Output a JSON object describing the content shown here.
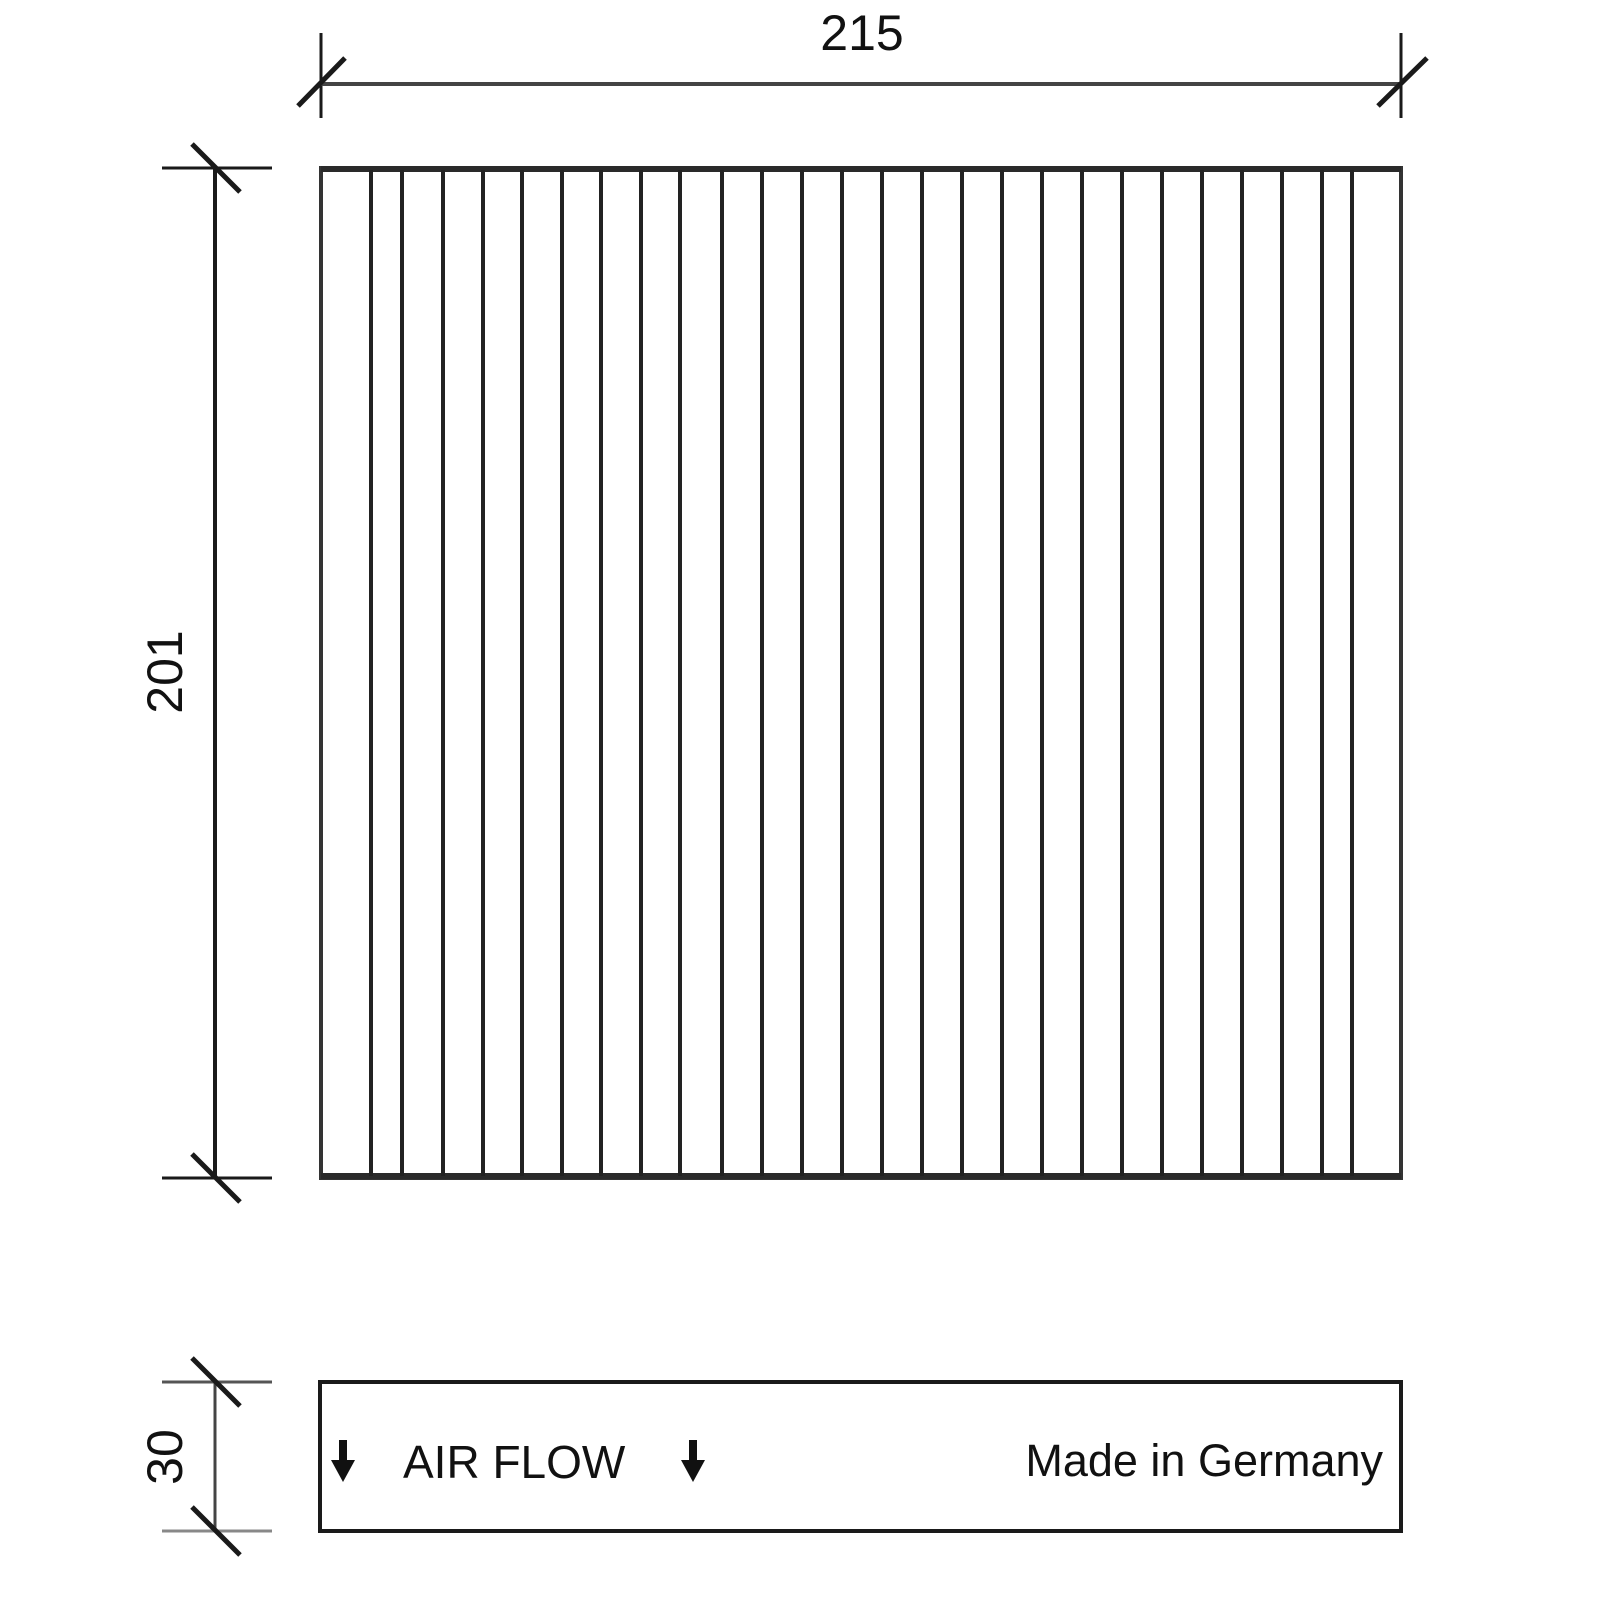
{
  "drawing": {
    "type": "technical-drawing",
    "subject": "cabin air filter",
    "line_color": "#1a1a1a",
    "background": "#ffffff"
  },
  "dimensions": {
    "width": {
      "value": "215",
      "unit": "mm"
    },
    "length": {
      "value": "201",
      "unit": "mm"
    },
    "height": {
      "value": "30",
      "unit": "mm"
    }
  },
  "top_view": {
    "pleat_count": 26,
    "pleat_x": [
      371,
      402,
      443,
      483,
      522,
      562,
      601,
      641,
      680,
      722,
      762,
      802,
      842,
      882,
      922,
      962,
      1002,
      1042,
      1082,
      1122,
      1162,
      1202,
      1242,
      1282,
      1322,
      1352
    ]
  },
  "side_view": {
    "airflow_label": "AIR FLOW",
    "airflow_icon": "arrow-down-icon",
    "origin_label": "Made in Germany"
  }
}
